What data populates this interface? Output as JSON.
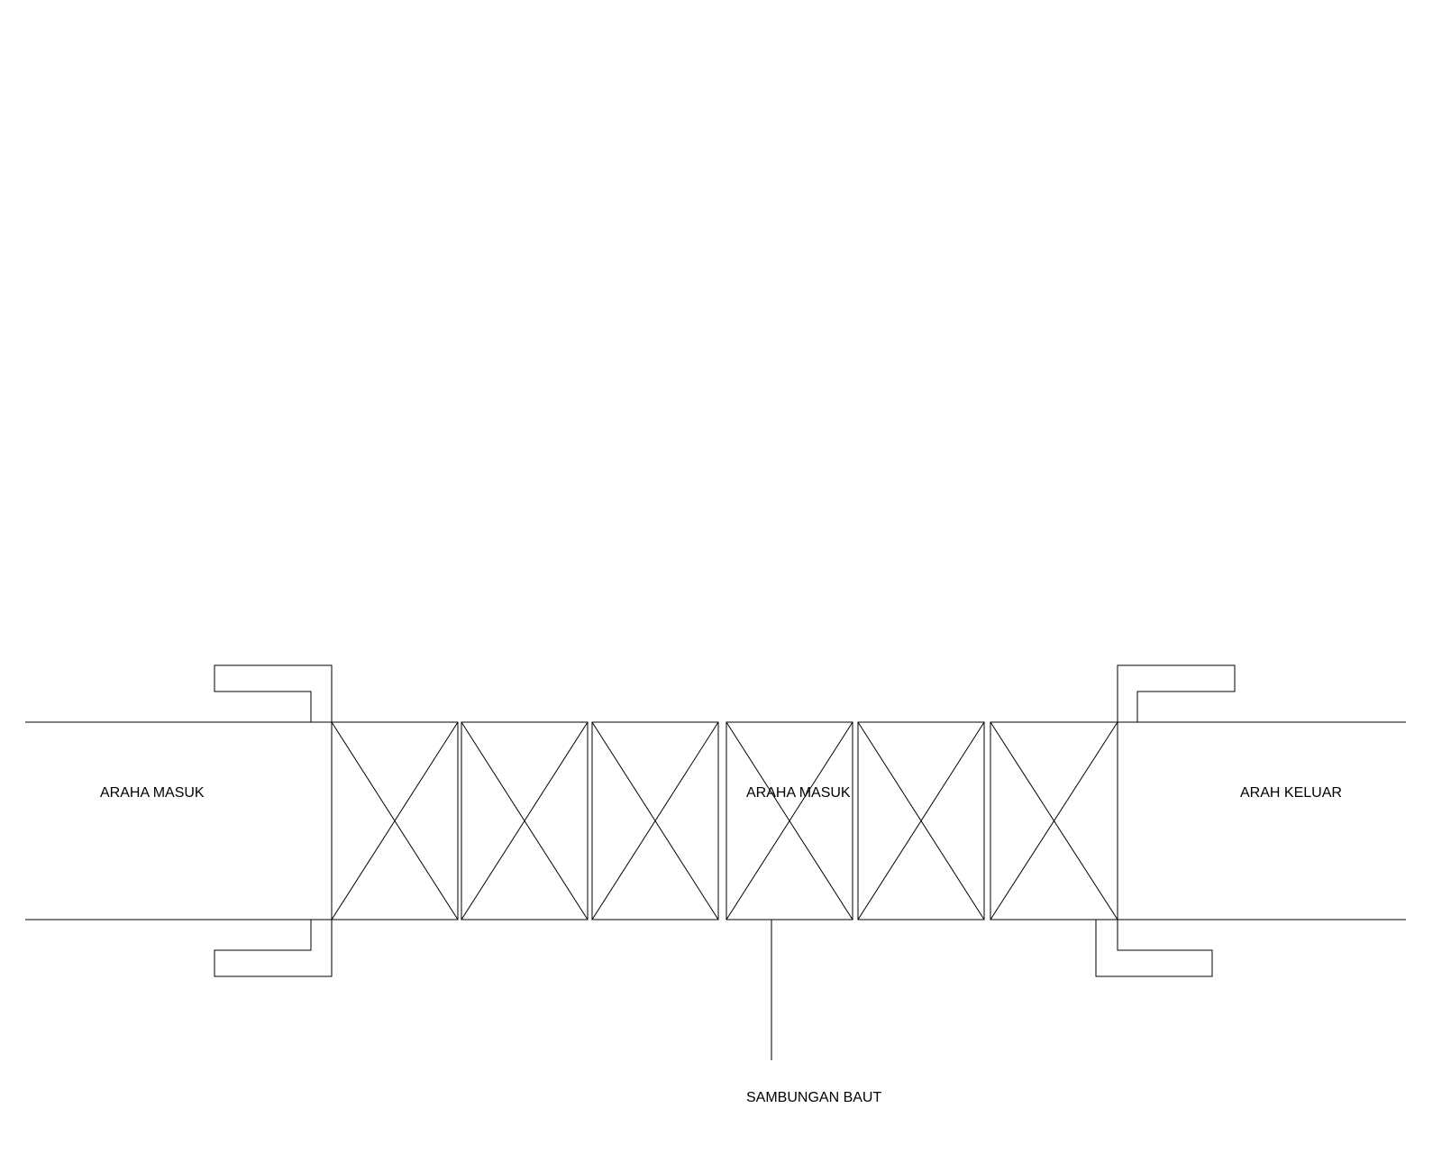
{
  "labels": {
    "left_direction": "ARAHA MASUK",
    "center_direction": "ARAHA MASUK",
    "right_direction": "ARAH KELUAR",
    "bolt_joint": "SAMBUNGAN BAUT"
  },
  "colors": {
    "line": "#000000",
    "background": "#ffffff"
  }
}
